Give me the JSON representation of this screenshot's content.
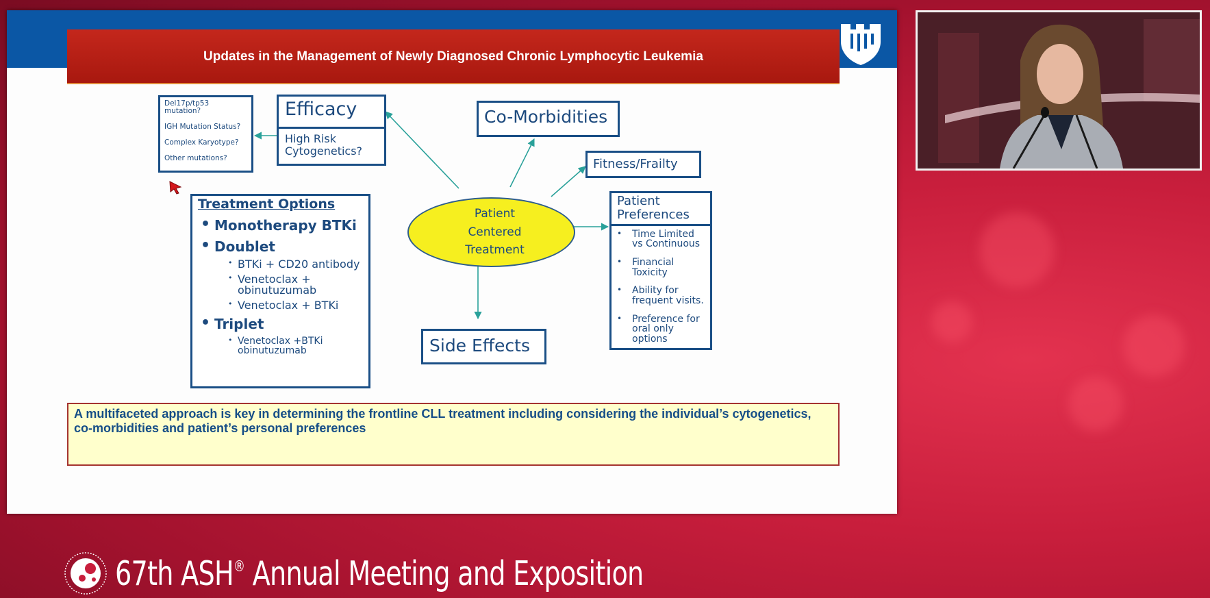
{
  "colors": {
    "slide_band": "#0b57a5",
    "title_bar": "#b71f15",
    "box_border": "#1a4f86",
    "ellipse_fill": "#f6ef1f",
    "summary_fill": "#ffffcc",
    "background_red": "#c81e3c"
  },
  "slide": {
    "title": "Updates in the Management of Newly Diagnosed Chronic Lymphocytic Leukemia",
    "logo_icon": "duke-shield-icon"
  },
  "mutations": {
    "items": [
      "Del17p/tp53 mutation?",
      "IGH Mutation Status?",
      "Complex Karyotype?",
      "Other mutations?"
    ]
  },
  "efficacy": {
    "title": "Efficacy",
    "sub": "High Risk Cytogenetics?"
  },
  "center": {
    "line1": "Patient",
    "line2": "Centered",
    "line3": "Treatment"
  },
  "comorbidities": {
    "title": "Co-Morbidities"
  },
  "fitness": {
    "title": "Fitness/Frailty"
  },
  "preferences": {
    "title": "Patient Preferences",
    "items": [
      "Time Limited vs Continuous",
      "Financial Toxicity",
      "Ability for frequent visits.",
      "Preference for oral only options"
    ]
  },
  "side_effects": {
    "title": "Side Effects"
  },
  "treatment": {
    "title": "Treatment Options",
    "monotherapy": "Monotherapy BTKi",
    "doublet": "Doublet",
    "doublet_items": [
      "BTKi + CD20 antibody",
      "Venetoclax + obinutuzumab",
      "Venetoclax + BTKi"
    ],
    "triplet": "Triplet",
    "triplet_items": [
      "Venetoclax +BTKi obinutuzumab"
    ]
  },
  "summary": "A multifaceted approach is key in determining the frontline CLL treatment including considering the individual’s cytogenetics, co-morbidities and patient’s personal preferences",
  "webcam": {
    "icon": "speaker-video-feed"
  },
  "footer": {
    "ordinal": "67th ASH",
    "registered": "®",
    "rest": " Annual Meeting and Exposition",
    "logo_icon": "ash-society-logo-icon"
  }
}
